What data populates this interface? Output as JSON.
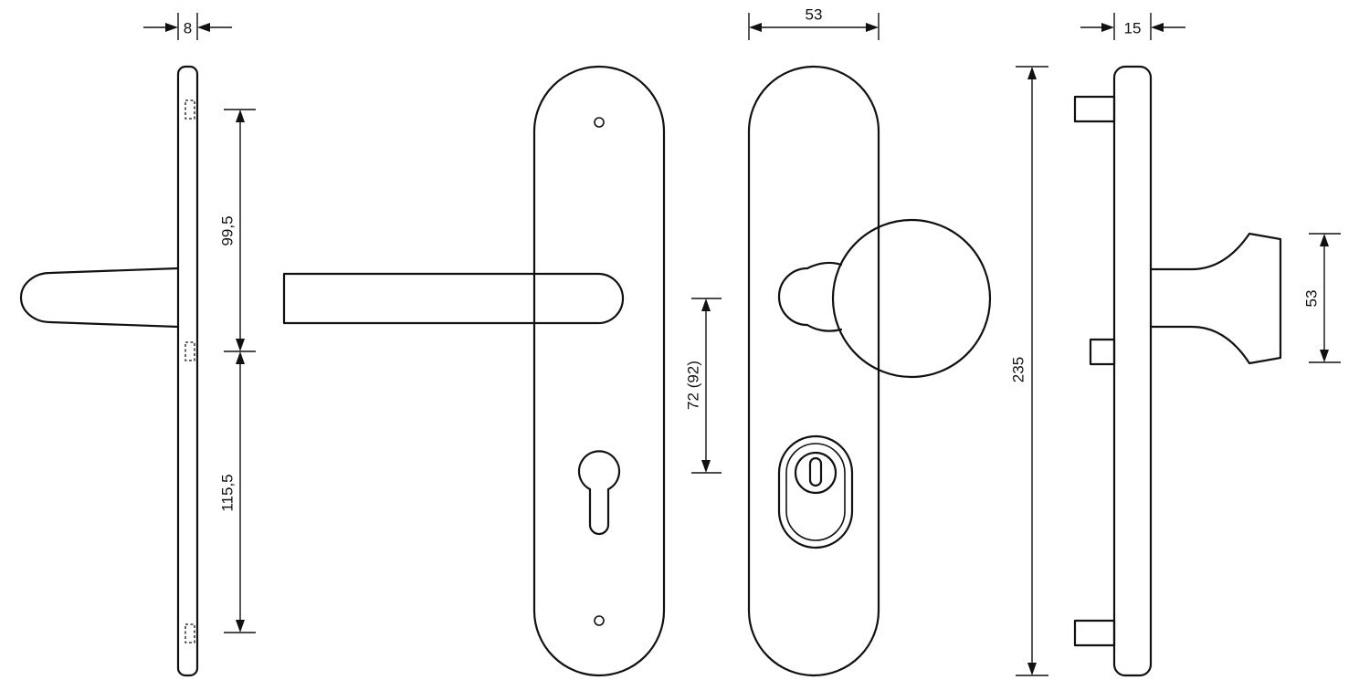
{
  "dimensions": {
    "side_plate_thickness": "8",
    "upper_spacing": "99,5",
    "lower_spacing": "115,5",
    "distance_handle_to_cylinder": "72 (92)",
    "plate_width": "53",
    "plate_height": "235",
    "side_thickness_knob_side": "15",
    "knob_diameter": "53"
  },
  "colors": {
    "line": "#111111",
    "background": "#ffffff"
  }
}
